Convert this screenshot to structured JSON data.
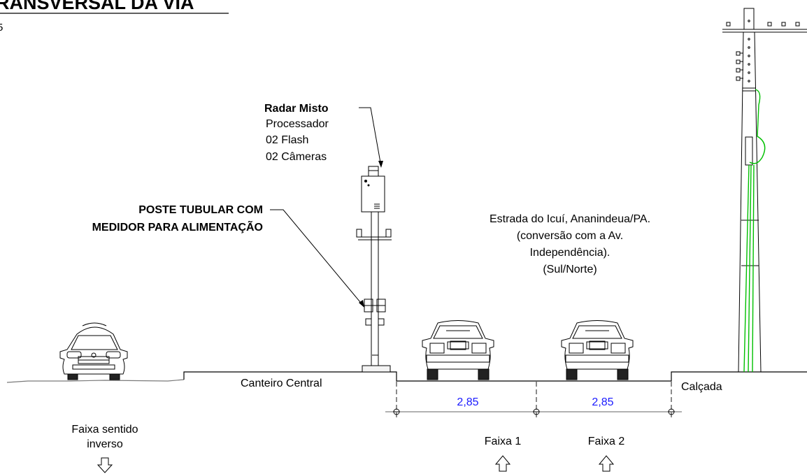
{
  "title": "RANSVERSAL DA VIA",
  "title_fragment": "5",
  "labels": {
    "radar_title": "Radar Misto",
    "radar_lines": [
      "Processador",
      "02 Flash",
      "02 Câmeras"
    ],
    "poste_line1": "POSTE TUBULAR COM",
    "poste_line2": "MEDIDOR PARA ALIMENTAÇÃO",
    "road_lines": [
      "Estrada do Icuí, Ananindeua/PA.",
      "(conversão com a Av.",
      "Independência).",
      "(Sul/Norte)"
    ],
    "canteiro": "Canteiro Central",
    "calcada": "Calçada",
    "dim1": "2,85",
    "dim2": "2,85",
    "faixa_inverso_line1": "Faixa sentido",
    "faixa_inverso_line2": "inverso",
    "faixa1": "Faixa 1",
    "faixa2": "Faixa 2"
  },
  "colors": {
    "line": "#000000",
    "dimension_text": "#1a1aff",
    "cable": "#00c000",
    "ground": "#7a7a7a"
  },
  "icons": {
    "car_front": "car-front-icon",
    "car_rear": "car-rear-icon",
    "arrow_down": "arrow-down-icon",
    "arrow_up": "arrow-up-icon"
  }
}
